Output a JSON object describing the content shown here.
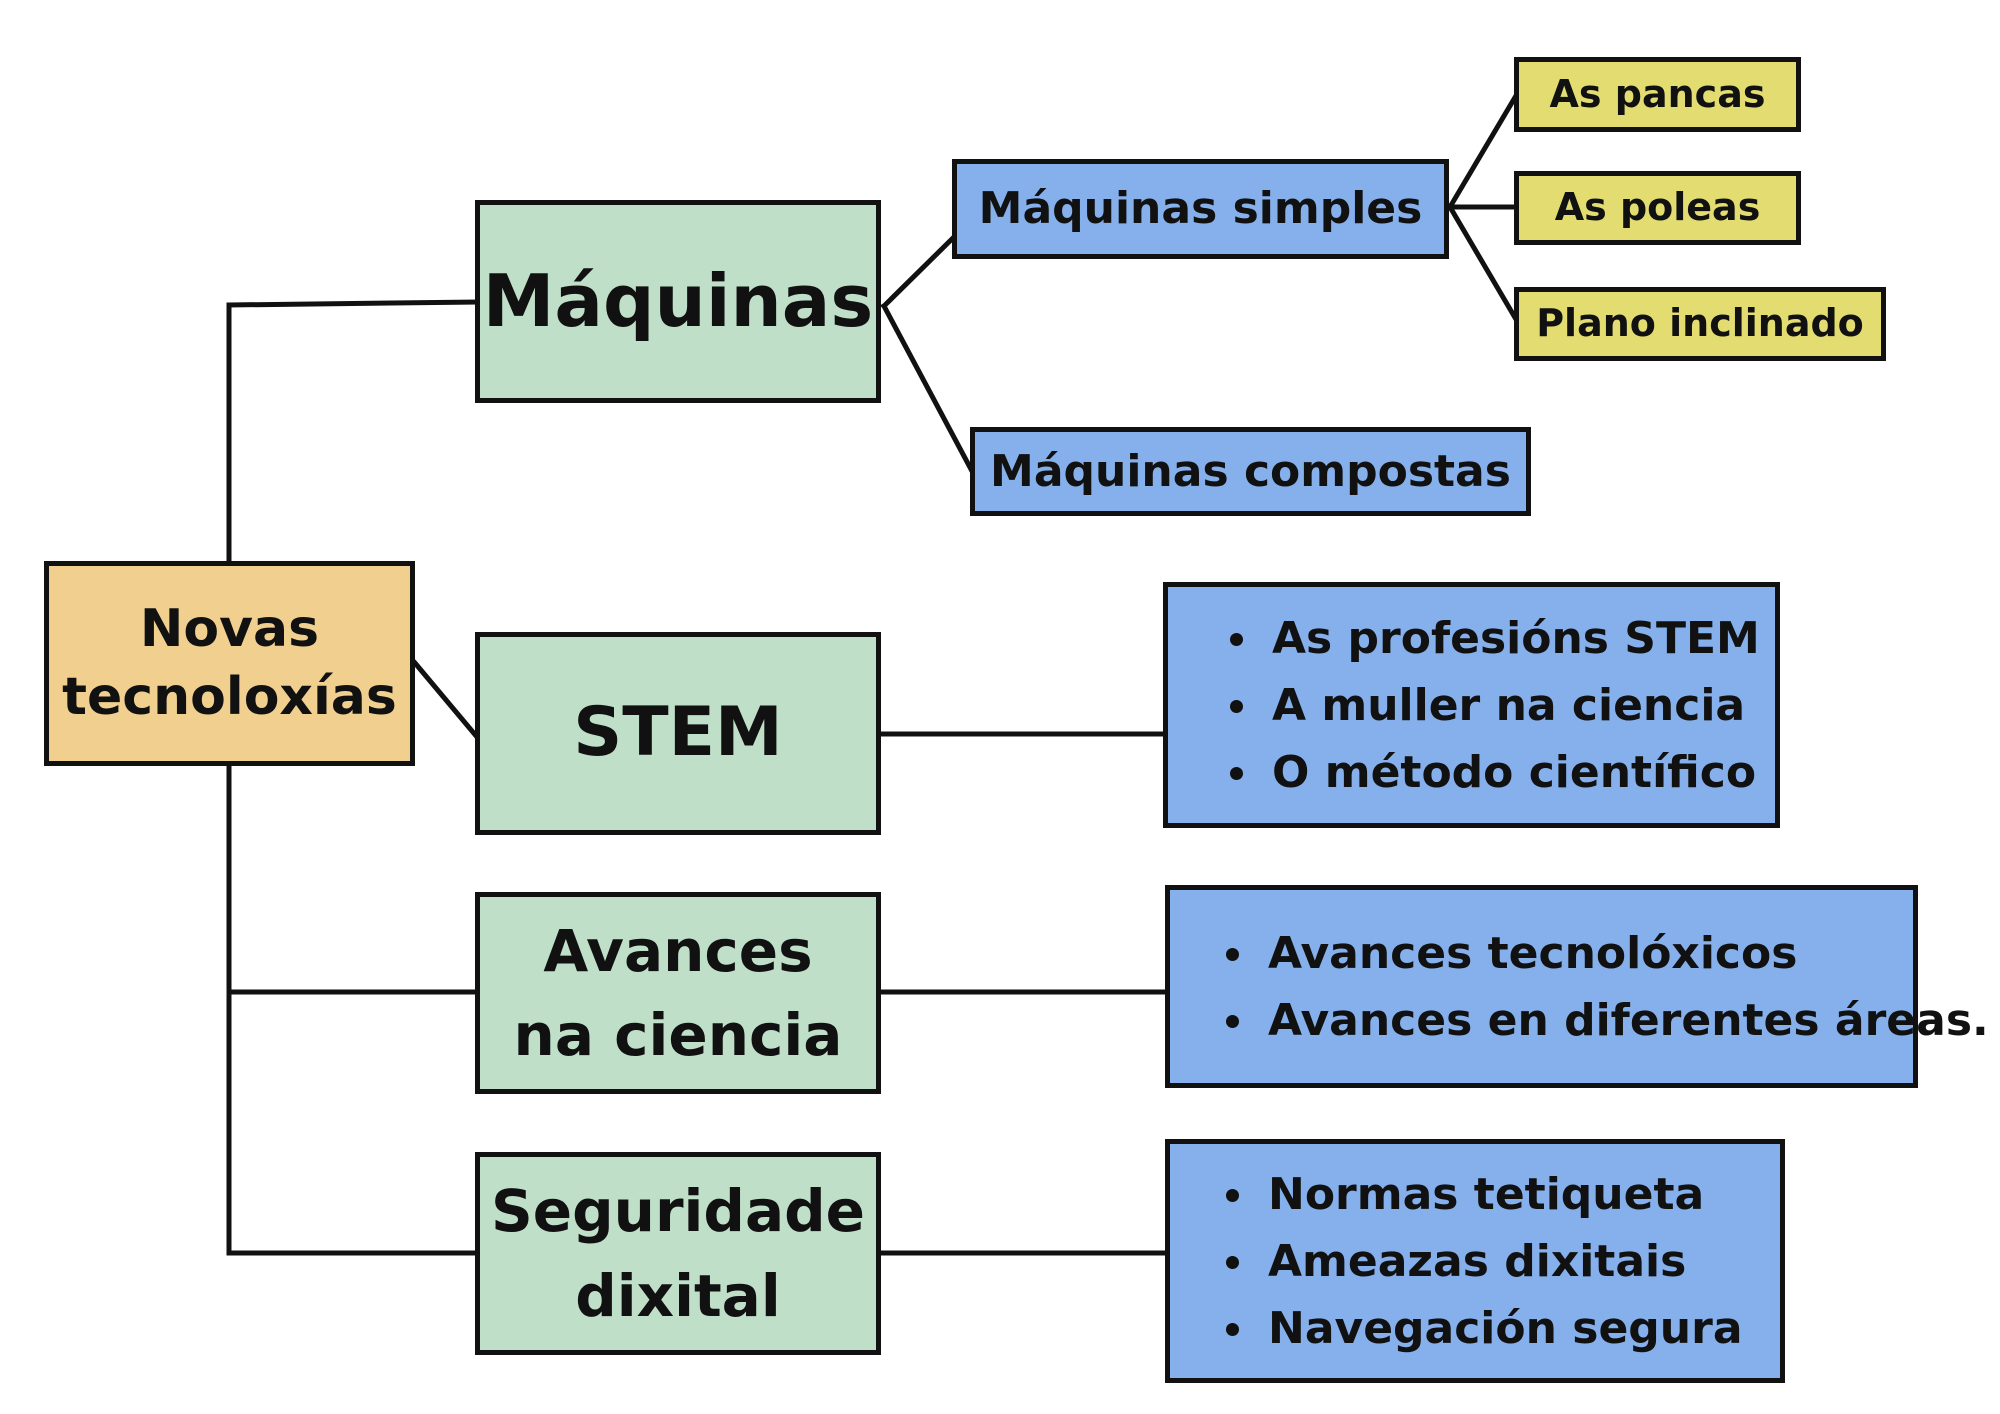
{
  "root": {
    "label_line1": "Novas",
    "label_line2": "tecnoloxías"
  },
  "maquinas": {
    "label": "Máquinas",
    "simples": {
      "label": "Máquinas simples",
      "items": [
        "As pancas",
        "As poleas",
        "Plano inclinado"
      ]
    },
    "compostas": {
      "label": "Máquinas compostas"
    }
  },
  "stem": {
    "label": "STEM",
    "items": [
      "As profesións STEM",
      "A muller na ciencia",
      "O método científico"
    ]
  },
  "avances": {
    "label_line1": "Avances",
    "label_line2": "na ciencia",
    "items": [
      "Avances tecnolóxicos",
      "Avances en diferentes áreas."
    ]
  },
  "seguridade": {
    "label_line1": "Seguridade",
    "label_line2": "dixital",
    "items": [
      "Normas tetiqueta",
      "Ameazas dixitais",
      "Navegación segura"
    ]
  },
  "colors": {
    "root": "#f1d08f",
    "level1": "#bfdfc9",
    "level2": "#86b0ec",
    "leaf": "#e3dd71",
    "line": "#111111"
  }
}
